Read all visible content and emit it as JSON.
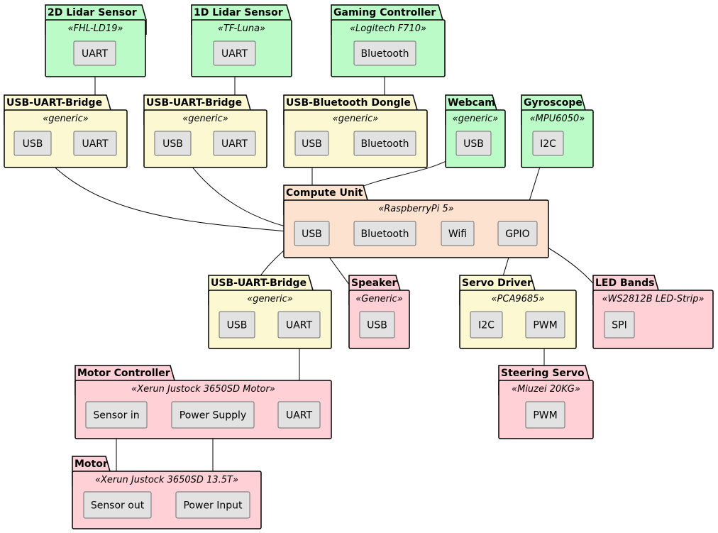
{
  "colors": {
    "green": "#bbfbc8",
    "yellow": "#fbf8d2",
    "orange": "#fde3cf",
    "pink": "#ffd0d6",
    "port": "#e2e2e2"
  },
  "packages": {
    "lidar2d": {
      "name": "2D Lidar Sensor",
      "stereotype": "«FHL-LD19»",
      "color": "green",
      "ports": {
        "uart": "UART"
      }
    },
    "lidar1d": {
      "name": "1D Lidar Sensor",
      "stereotype": "«TF-Luna»",
      "color": "green",
      "ports": {
        "uart": "UART"
      }
    },
    "gamepad": {
      "name": "Gaming Controller",
      "stereotype": "«Logitech F710»",
      "color": "green",
      "ports": {
        "bt": "Bluetooth"
      }
    },
    "bridge1": {
      "name": "USB-UART-Bridge",
      "stereotype": "«generic»",
      "color": "yellow",
      "ports": {
        "usb": "USB",
        "uart": "UART"
      }
    },
    "bridge2": {
      "name": "USB-UART-Bridge",
      "stereotype": "«generic»",
      "color": "yellow",
      "ports": {
        "usb": "USB",
        "uart": "UART"
      }
    },
    "dongle": {
      "name": "USB-Bluetooth Dongle",
      "stereotype": "«generic»",
      "color": "yellow",
      "ports": {
        "usb": "USB",
        "bt": "Bluetooth"
      }
    },
    "webcam": {
      "name": "Webcam",
      "stereotype": "«generic»",
      "color": "green",
      "ports": {
        "usb": "USB"
      }
    },
    "gyro": {
      "name": "Gyroscope",
      "stereotype": "«MPU6050»",
      "color": "green",
      "ports": {
        "i2c": "I2C"
      }
    },
    "compute": {
      "name": "Compute Unit",
      "stereotype": "«RaspberryPi 5»",
      "color": "orange",
      "ports": {
        "usb": "USB",
        "bt": "Bluetooth",
        "wifi": "Wifi",
        "gpio": "GPIO"
      }
    },
    "bridge3": {
      "name": "USB-UART-Bridge",
      "stereotype": "«generic»",
      "color": "yellow",
      "ports": {
        "usb": "USB",
        "uart": "UART"
      }
    },
    "speaker": {
      "name": "Speaker",
      "stereotype": "«Generic»",
      "color": "pink",
      "ports": {
        "usb": "USB"
      }
    },
    "servodrv": {
      "name": "Servo Driver",
      "stereotype": "«PCA9685»",
      "color": "yellow",
      "ports": {
        "i2c": "I2C",
        "pwm": "PWM"
      }
    },
    "led": {
      "name": "LED Bands",
      "stereotype": "«WS2812B LED-Strip»",
      "color": "pink",
      "ports": {
        "spi": "SPI"
      }
    },
    "motorctl": {
      "name": "Motor Controller",
      "stereotype": "«Xerun Justock 3650SD Motor»",
      "color": "pink",
      "ports": {
        "sensorin": "Sensor in",
        "power": "Power Supply",
        "uart": "UART"
      }
    },
    "servo": {
      "name": "Steering Servo",
      "stereotype": "«Miuzei 20KG»",
      "color": "pink",
      "ports": {
        "pwm": "PWM"
      }
    },
    "motor": {
      "name": "Motor",
      "stereotype": "«Xerun Justock 3650SD 13.5T»",
      "color": "pink",
      "ports": {
        "sensorout": "Sensor out",
        "powerin": "Power Input"
      }
    }
  },
  "connections": [
    {
      "from": "lidar2d.uart",
      "to": "bridge1.uart",
      "arrows": "end"
    },
    {
      "from": "lidar1d.uart",
      "to": "bridge2.uart",
      "arrows": "end"
    },
    {
      "from": "gamepad.bt",
      "to": "dongle.bt",
      "arrows": "end"
    },
    {
      "from": "bridge1.usb",
      "to": "compute.usb",
      "arrows": "both"
    },
    {
      "from": "bridge2.usb",
      "to": "compute.usb",
      "arrows": "both"
    },
    {
      "from": "dongle.usb",
      "to": "compute.usb",
      "arrows": "both"
    },
    {
      "from": "webcam.usb",
      "to": "compute.usb",
      "arrows": "both"
    },
    {
      "from": "gyro.i2c",
      "to": "compute.gpio",
      "arrows": "both"
    },
    {
      "from": "compute.usb",
      "to": "bridge3.usb",
      "arrows": "both"
    },
    {
      "from": "compute.usb",
      "to": "speaker.usb",
      "arrows": "both"
    },
    {
      "from": "compute.gpio",
      "to": "servodrv.i2c",
      "arrows": "end"
    },
    {
      "from": "compute.gpio",
      "to": "led.spi",
      "arrows": "end"
    },
    {
      "from": "bridge3.uart",
      "to": "motorctl.uart",
      "arrows": "both"
    },
    {
      "from": "servodrv.pwm",
      "to": "servo.pwm",
      "arrows": "end"
    },
    {
      "from": "motorctl.sensorin",
      "to": "motor.sensorout",
      "arrows": "both"
    },
    {
      "from": "motorctl.power",
      "to": "motor.powerin",
      "arrows": "both"
    }
  ]
}
